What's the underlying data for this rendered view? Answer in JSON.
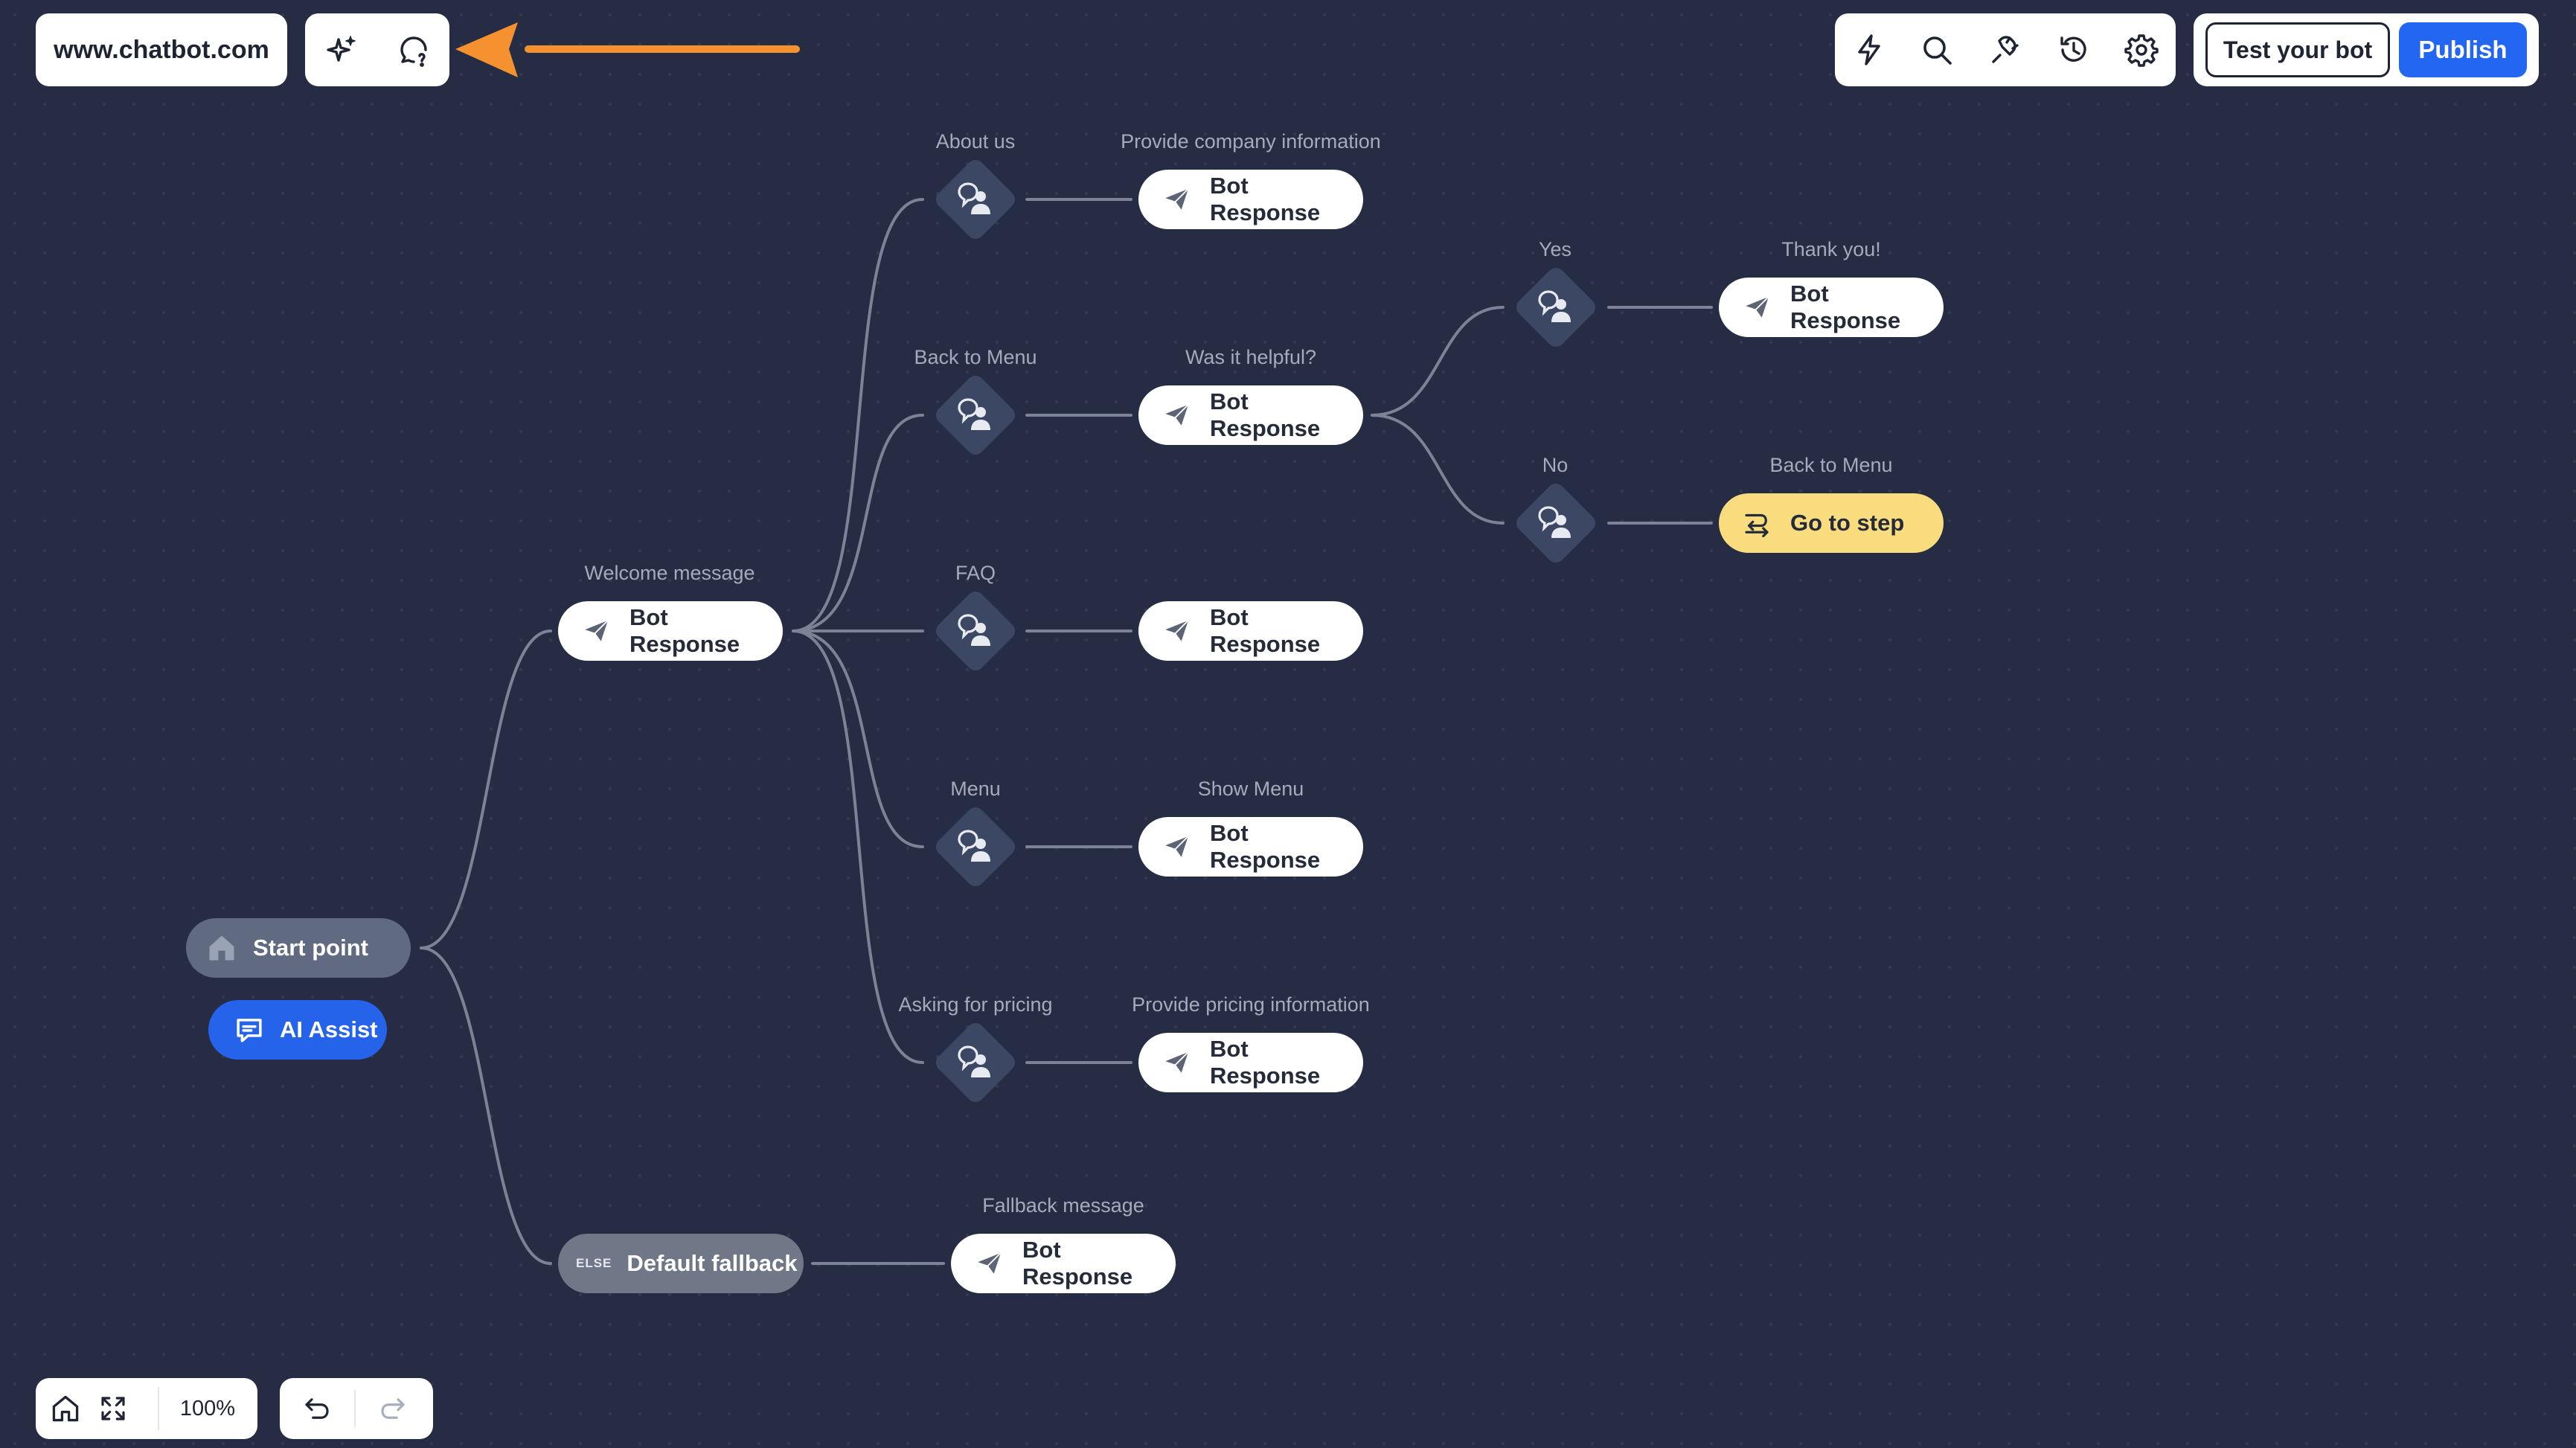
{
  "header": {
    "site_title": "www.chatbot.com",
    "left_tools": [
      {
        "icon": "sparkles-icon"
      },
      {
        "icon": "chat-question-icon"
      }
    ],
    "right_tools": [
      {
        "icon": "lightning-icon"
      },
      {
        "icon": "search-icon"
      },
      {
        "icon": "plug-icon"
      },
      {
        "icon": "history-icon"
      },
      {
        "icon": "gear-icon"
      }
    ],
    "test_label": "Test your bot",
    "publish_label": "Publish"
  },
  "annotation": {
    "color": "#f5922f",
    "icon": "arrow-left-icon"
  },
  "colors": {
    "canvas": "#252c43",
    "publish": "#2266f2",
    "ai_assist": "#2563eb",
    "goto": "#f8dc7e",
    "connector": "#7b8397"
  },
  "flow": {
    "start_label": "Start point",
    "ai_assist_label": "AI Assist",
    "welcome": {
      "label": "Welcome message",
      "response": "Bot Response"
    },
    "intents": {
      "about": {
        "label": "About us",
        "response_label": "Provide company information",
        "response": "Bot Response"
      },
      "back_menu": {
        "label": "Back to Menu",
        "response_label": "Was it helpful?",
        "response": "Bot Response"
      },
      "faq": {
        "label": "FAQ",
        "response": "Bot Response"
      },
      "menu": {
        "label": "Menu",
        "response_label": "Show Menu",
        "response": "Bot Response"
      },
      "pricing": {
        "label": "Asking for pricing",
        "response_label": "Provide pricing information",
        "response": "Bot Response"
      }
    },
    "helpful": {
      "yes": {
        "label": "Yes",
        "response_label": "Thank you!",
        "response": "Bot Response"
      },
      "no": {
        "label": "No",
        "response_label": "Back to Menu",
        "response": "Go to step"
      }
    },
    "fallback": {
      "badge": "ELSE",
      "label": "Default fallback",
      "response_label": "Fallback message",
      "response": "Bot Response"
    }
  },
  "footer": {
    "zoom": "100%"
  }
}
